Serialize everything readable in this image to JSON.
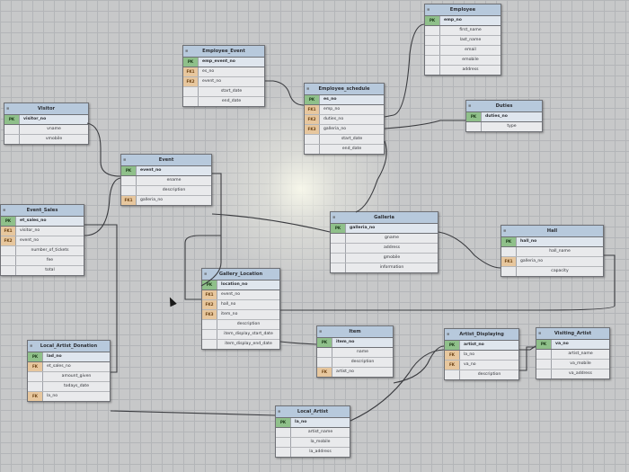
{
  "diagram": {
    "tables": [
      {
        "id": "employee",
        "title": "Employee",
        "rows": [
          {
            "key": "PK",
            "name": "emp_no"
          },
          {
            "key": "",
            "name": "first_name"
          },
          {
            "key": "",
            "name": "last_name"
          },
          {
            "key": "",
            "name": "email"
          },
          {
            "key": "",
            "name": "emobile"
          },
          {
            "key": "",
            "name": "address"
          }
        ]
      },
      {
        "id": "employee_event",
        "title": "Employee_Event",
        "rows": [
          {
            "key": "PK",
            "name": "emp_event_no"
          },
          {
            "key": "FK1",
            "name": "es_no"
          },
          {
            "key": "FK2",
            "name": "event_no"
          },
          {
            "key": "",
            "name": "start_date"
          },
          {
            "key": "",
            "name": "end_date"
          }
        ]
      },
      {
        "id": "employee_schedule",
        "title": "Employee_schedule",
        "rows": [
          {
            "key": "PK",
            "name": "es_no"
          },
          {
            "key": "FK1",
            "name": "emp_no"
          },
          {
            "key": "FK2",
            "name": "duties_no"
          },
          {
            "key": "FK3",
            "name": "galleria_no"
          },
          {
            "key": "",
            "name": "start_date"
          },
          {
            "key": "",
            "name": "end_date"
          }
        ]
      },
      {
        "id": "duties",
        "title": "Duties",
        "rows": [
          {
            "key": "PK",
            "name": "duties_no"
          },
          {
            "key": "",
            "name": "type"
          }
        ]
      },
      {
        "id": "visitor",
        "title": "Visitor",
        "rows": [
          {
            "key": "PK",
            "name": "visitor_no"
          },
          {
            "key": "",
            "name": "vname"
          },
          {
            "key": "",
            "name": "vmobile"
          }
        ]
      },
      {
        "id": "event",
        "title": "Event",
        "rows": [
          {
            "key": "PK",
            "name": "event_no"
          },
          {
            "key": "",
            "name": "ename"
          },
          {
            "key": "",
            "name": "description"
          },
          {
            "key": "FK1",
            "name": "galleria_no"
          }
        ]
      },
      {
        "id": "event_sales",
        "title": "Event_Sales",
        "rows": [
          {
            "key": "PK",
            "name": "et_sales_no"
          },
          {
            "key": "FK1",
            "name": "visitor_no"
          },
          {
            "key": "FK2",
            "name": "event_no"
          },
          {
            "key": "",
            "name": "number_of_tickets"
          },
          {
            "key": "",
            "name": "fee"
          },
          {
            "key": "",
            "name": "total"
          }
        ]
      },
      {
        "id": "galleria",
        "title": "Galleria",
        "rows": [
          {
            "key": "PK",
            "name": "galleria_no"
          },
          {
            "key": "",
            "name": "gname"
          },
          {
            "key": "",
            "name": "address"
          },
          {
            "key": "",
            "name": "gmobile"
          },
          {
            "key": "",
            "name": "information"
          }
        ]
      },
      {
        "id": "hall",
        "title": "Hall",
        "rows": [
          {
            "key": "PK",
            "name": "hall_no"
          },
          {
            "key": "",
            "name": "hall_name"
          },
          {
            "key": "FK1",
            "name": "galleria_no"
          },
          {
            "key": "",
            "name": "capacity"
          }
        ]
      },
      {
        "id": "gallery_location",
        "title": "Gallery_Location",
        "rows": [
          {
            "key": "PK",
            "name": "location_no"
          },
          {
            "key": "FK1",
            "name": "event_no"
          },
          {
            "key": "FK2",
            "name": "hall_no"
          },
          {
            "key": "FK3",
            "name": "item_no"
          },
          {
            "key": "",
            "name": "description"
          },
          {
            "key": "",
            "name": "item_display_start_date"
          },
          {
            "key": "",
            "name": "item_display_end_date"
          }
        ]
      },
      {
        "id": "local_artist_donation",
        "title": "Local_Artist_Donation",
        "rows": [
          {
            "key": "PK",
            "name": "lad_no"
          },
          {
            "key": "FK",
            "name": "et_sales_no"
          },
          {
            "key": "",
            "name": "amount_given"
          },
          {
            "key": "",
            "name": "todays_date"
          },
          {
            "key": "FK",
            "name": "la_no"
          }
        ]
      },
      {
        "id": "item",
        "title": "Item",
        "rows": [
          {
            "key": "PK",
            "name": "item_no"
          },
          {
            "key": "",
            "name": "name"
          },
          {
            "key": "",
            "name": "description"
          },
          {
            "key": "FK",
            "name": "artist_no"
          }
        ]
      },
      {
        "id": "artist_displaying",
        "title": "Artist_Displaying",
        "rows": [
          {
            "key": "PK",
            "name": "artist_no"
          },
          {
            "key": "FK",
            "name": "la_no"
          },
          {
            "key": "FK",
            "name": "va_no"
          },
          {
            "key": "",
            "name": "description"
          }
        ]
      },
      {
        "id": "visiting_artist",
        "title": "Visiting_Artist",
        "rows": [
          {
            "key": "PK",
            "name": "va_no"
          },
          {
            "key": "",
            "name": "artist_name"
          },
          {
            "key": "",
            "name": "va_mobile"
          },
          {
            "key": "",
            "name": "va_address"
          }
        ]
      },
      {
        "id": "local_artist",
        "title": "Local_Artist",
        "rows": [
          {
            "key": "PK",
            "name": "la_no"
          },
          {
            "key": "",
            "name": "artist_name"
          },
          {
            "key": "",
            "name": "la_mobile"
          },
          {
            "key": "",
            "name": "la_address"
          }
        ]
      }
    ],
    "colors": {
      "header": "#b7c9dc",
      "pk": "#8fc08a",
      "fk": "#e7c79e",
      "body": "#e9eaec",
      "line": "#3a3b3f"
    }
  }
}
